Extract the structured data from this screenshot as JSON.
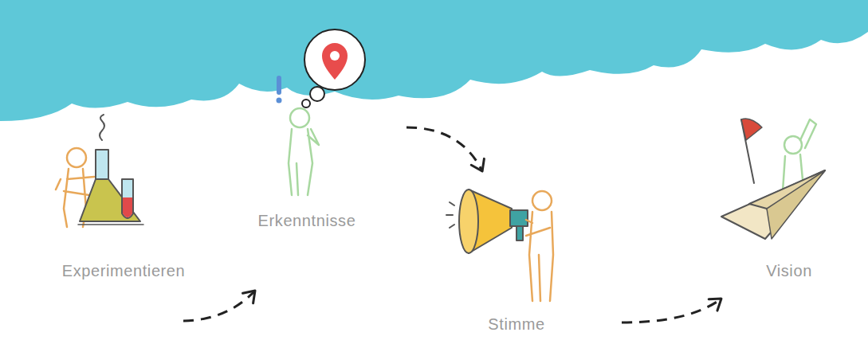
{
  "diagram": {
    "nodes": [
      {
        "text": [
          "Experimentieren"
        ]
      },
      {
        "text": [
          "Erkenntnisse"
        ]
      },
      {
        "text": [
          "Stimme"
        ]
      },
      {
        "text": [
          "Vision"
        ]
      }
    ],
    "edges": [
      {
        "from": 0,
        "to": 1,
        "arrow": "to"
      },
      {
        "from": 1,
        "to": 2,
        "arrow": "to"
      },
      {
        "from": 2,
        "to": 3,
        "arrow": "to"
      }
    ]
  }
}
